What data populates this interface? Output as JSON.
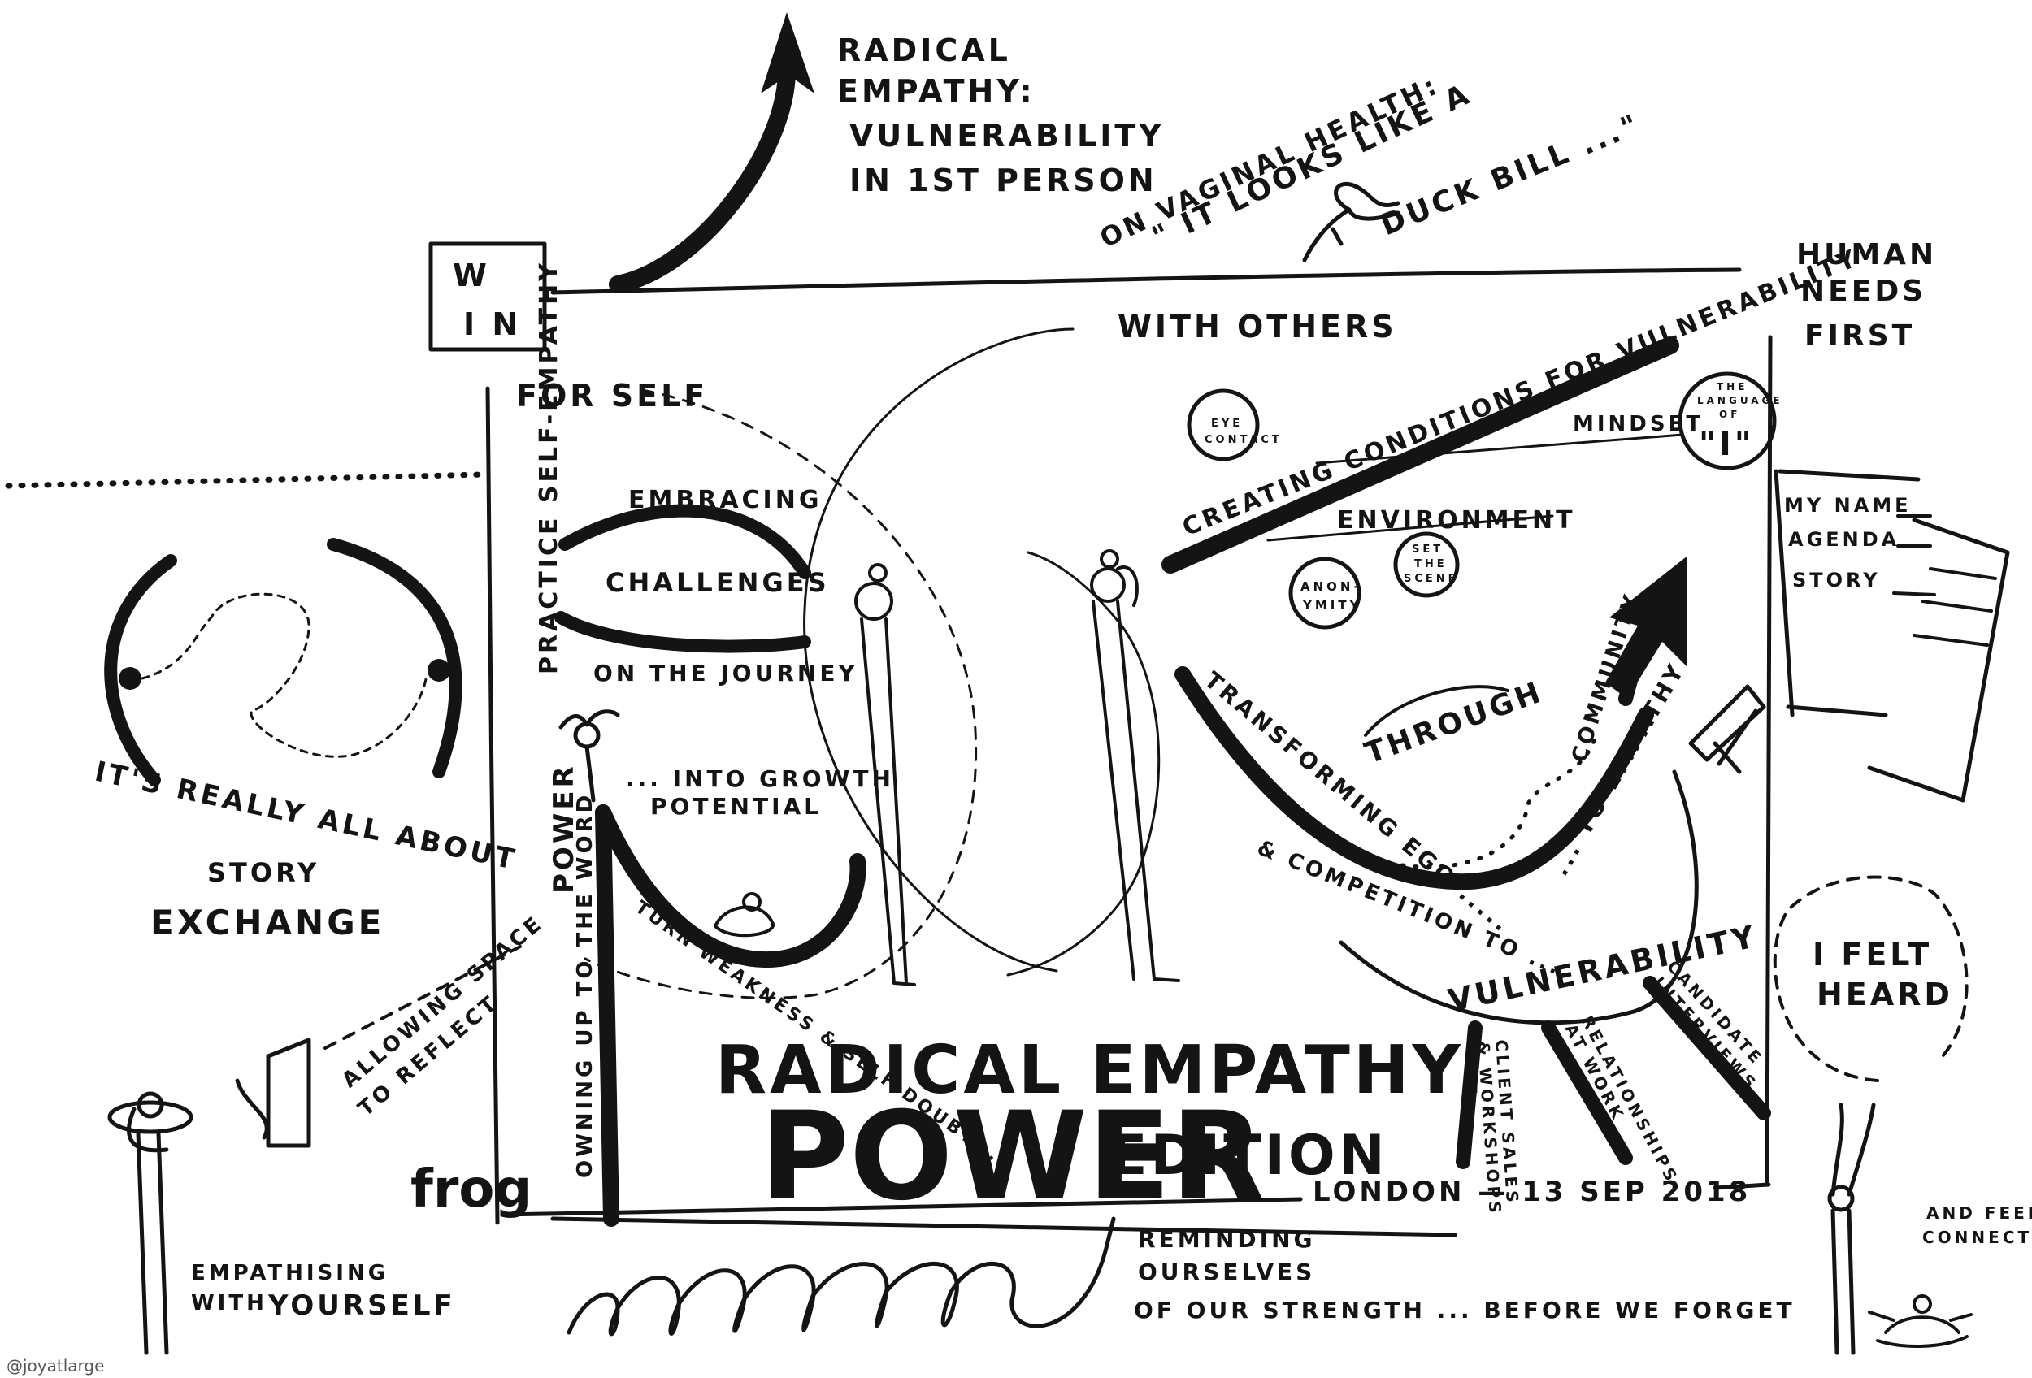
{
  "title": {
    "line1": "RADICAL EMPATHY:",
    "power": "POWER",
    "edition": "EDITION"
  },
  "date_line": "LONDON — 13 SEP 2018",
  "logos": {
    "win_top": "W",
    "win_bottom": "I N",
    "frog": "frog"
  },
  "credit": "@joyatlarge",
  "top": {
    "arrow_note": [
      "RADICAL",
      "EMPATHY:",
      "VULNERABILITY",
      "IN 1ST PERSON"
    ],
    "quote_intro": "ON VAGINAL HEALTH:",
    "quote_part1": "\" IT LOOKS LIKE A",
    "quote_part2": "DUCK BILL ...\""
  },
  "circles": {
    "for_self": "FOR SELF",
    "with_others": "WITH OTHERS"
  },
  "left_panel": {
    "practice": "PRACTICE SELF-EMPATHY",
    "embracing": "EMBRACING",
    "challenges": "CHALLENGES",
    "on_the_journey": "ON THE JOURNEY",
    "owning": "OWNING UP TO THE WORD",
    "power_word": "POWER",
    "into_growth": "... INTO GROWTH",
    "potential": "POTENTIAL",
    "turn_weakness": "TURN WEAKNESS & SELF-DOUBT ..."
  },
  "right_panel": {
    "creating": "CREATING CONDITIONS FOR VULNERABILITY",
    "mindset": "MINDSET",
    "environment": "ENVIRONMENT",
    "eye_contact": [
      "EYE",
      "CONTACT"
    ],
    "language_of": [
      "THE",
      "LANGUAGE",
      "OF"
    ],
    "i_letter": "\"I\"",
    "anonymity": [
      "ANON-",
      "YMITY"
    ],
    "set_scene": [
      "SET",
      "THE",
      "SCENE"
    ],
    "through": "THROUGH",
    "transforming": "TRANSFORMING EGO .....",
    "competition": "& COMPETITION TO ....",
    "community": "COMMUNITY",
    "to_empathy": "... TO EMPATHY",
    "vulnerability": "VULNERABILITY",
    "client_sales": [
      "CLIENT SALES",
      "& WORKSHOPS"
    ],
    "relationships": [
      "RELATIONSHIPS",
      "AT WORK"
    ],
    "candidate": [
      "CANDIDATE",
      "INTERVIEWS"
    ]
  },
  "left_margin": {
    "story1": "IT'S REALLY ALL ABOUT",
    "story2": "STORY",
    "story3": "EXCHANGE",
    "allowing1": "ALLOWING SPACE",
    "allowing2": "TO REFLECT",
    "empathising1": "EMPATHISING",
    "empathising2": "WITH",
    "empathising3": "YOURSELF"
  },
  "right_margin": {
    "human_needs": [
      "HUMAN",
      "NEEDS",
      "FIRST"
    ],
    "my_name": "MY NAME",
    "agenda": "AGENDA",
    "story": "STORY",
    "felt_heard": [
      "I FELT",
      "HEARD"
    ],
    "feel_connected": [
      "AND FEEL",
      "CONNECTED"
    ]
  },
  "bottom": {
    "reminding": [
      "REMINDING",
      "OURSELVES",
      "OF OUR STRENGTH ... BEFORE WE FORGET"
    ]
  }
}
